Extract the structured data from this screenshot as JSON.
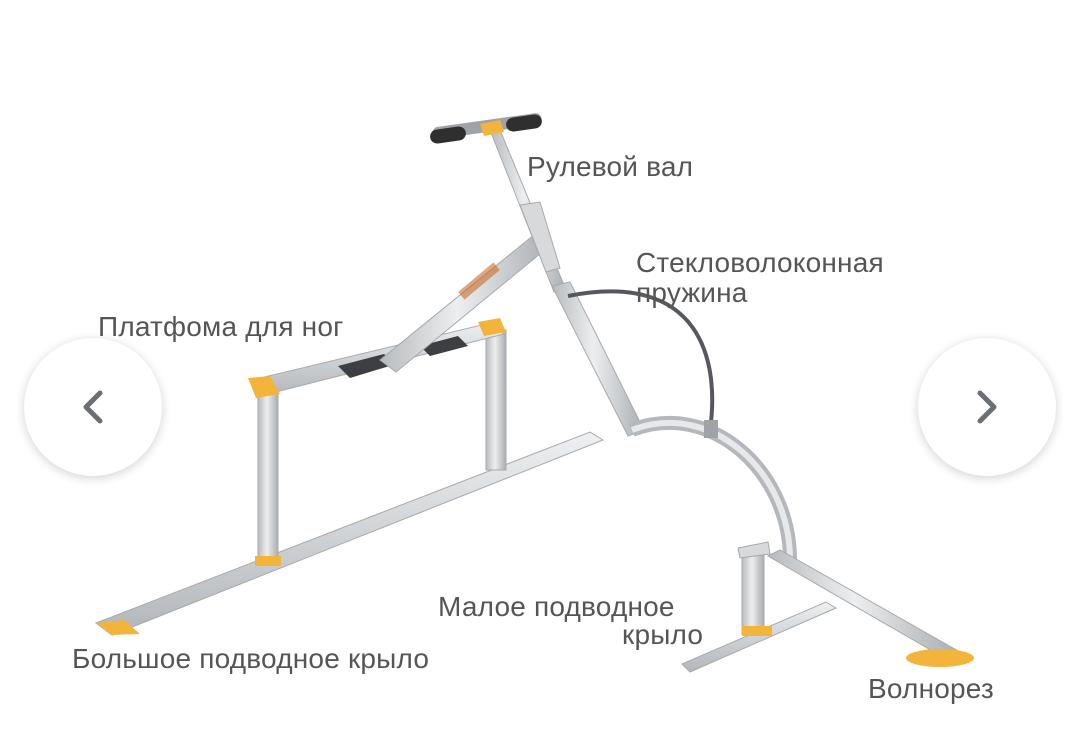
{
  "diagram": {
    "labels": {
      "steering_shaft": "Рулевой вал",
      "fiberglass_spring_line1": "Стекловолоконная",
      "fiberglass_spring_line2": "пружина",
      "foot_platform": "Платфома для ног",
      "small_hydrofoil_line1": "Малое подводное",
      "small_hydrofoil_line2": "крыло",
      "large_hydrofoil": "Большое подводное крыло",
      "wave_breaker": "Волнорез"
    }
  },
  "carousel": {
    "prev_icon": "chevron-left-icon",
    "next_icon": "chevron-right-icon"
  },
  "colors": {
    "frame": "#c9cbcd",
    "frame_dark": "#9fa3a7",
    "accent": "#f2b43a",
    "grip": "#2f2f2f",
    "label_text": "#555555",
    "chevron": "#6b6f73"
  }
}
